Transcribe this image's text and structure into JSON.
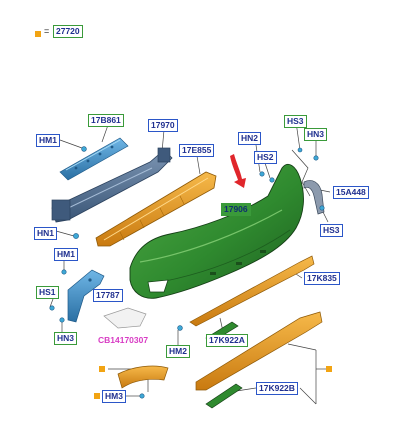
{
  "legend": {
    "equals": "=",
    "code": "27720",
    "marker_color": "#f2a413"
  },
  "labels": {
    "l_17b861": "17B861",
    "l_17970": "17970",
    "l_hm1_top": "HM1",
    "l_17e855": "17E855",
    "l_hn2_top": "HN2",
    "l_hs2": "HS2",
    "l_hs3_top": "HS3",
    "l_hn3_right": "HN3",
    "l_15a448": "15A448",
    "l_17906": "17906",
    "l_hn1": "HN1",
    "l_hs3_right": "HS3",
    "l_hm1_left": "HM1",
    "l_17k835": "17K835",
    "l_hs1": "HS1",
    "l_17787": "17787",
    "l_hn3_left": "HN3",
    "cb_ref": "CB14170307",
    "l_hm2": "HM2",
    "l_17k922a": "17K922A",
    "l_hm3": "HM3",
    "l_17k922b": "17K922B"
  },
  "colors": {
    "label_text": "#1f2f8f",
    "blue_border": "#2b56c8",
    "green_border": "#3a9a3a",
    "bumper_green": "#2f8a2f",
    "part_orange": "#e0951a",
    "part_blue": "#3e8fc8",
    "beam_slate": "#4f6f96",
    "arrow_red": "#e0262b",
    "highlight_pink": "#d83cc4"
  }
}
